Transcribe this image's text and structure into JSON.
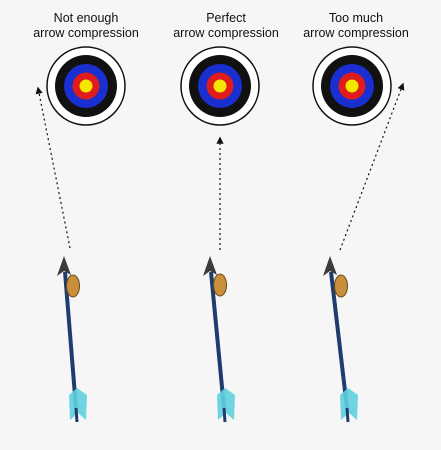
{
  "panels": [
    {
      "line1": "Not enough",
      "line2": "arrow compression"
    },
    {
      "line1": "Perfect",
      "line2": "arrow compression"
    },
    {
      "line1": "Too much",
      "line2": "arrow compression"
    }
  ],
  "colors": {
    "background": "#f6f6f6",
    "target_outer": "#ffffff",
    "target_black": "#111111",
    "target_blue": "#1a2fd0",
    "target_red": "#e01b1b",
    "target_gold": "#f5e600",
    "arrow_shaft": "#1e3c6e",
    "arrowhead": "#3b3b3b",
    "fletching": "#5fd0e0",
    "arrow_rest": "#c98f3a"
  }
}
